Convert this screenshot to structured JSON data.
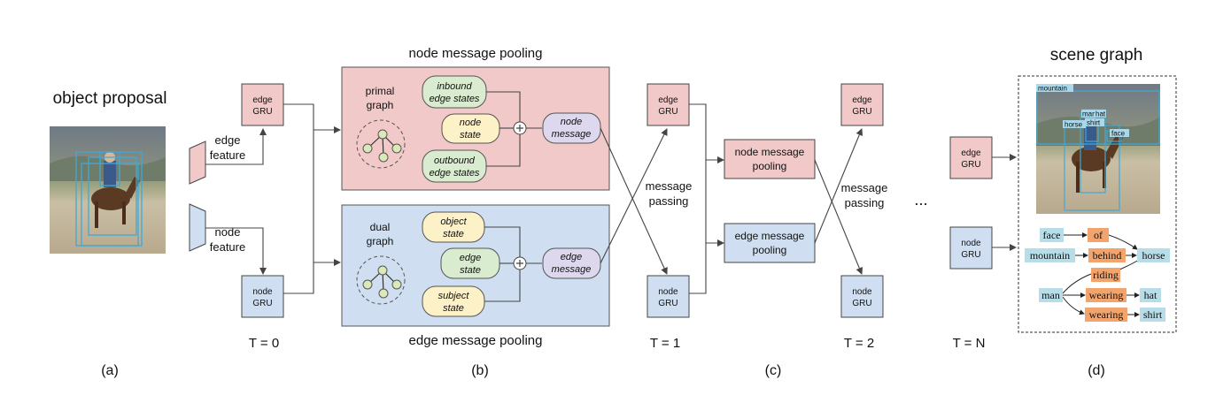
{
  "panels": {
    "a": {
      "title": "object proposal",
      "edge_feature": [
        "edge",
        "feature"
      ],
      "node_feature": [
        "node",
        "feature"
      ],
      "label": "(a)"
    },
    "t0": {
      "edge_gru": [
        "edge",
        "GRU"
      ],
      "node_gru": [
        "node",
        "GRU"
      ],
      "time": "T = 0"
    },
    "b": {
      "top_title": "node message pooling",
      "bottom_title": "edge message pooling",
      "primal": [
        "primal",
        "graph"
      ],
      "dual": [
        "dual",
        "graph"
      ],
      "inbound": [
        "inbound",
        "edge states"
      ],
      "node_state": [
        "node",
        "state"
      ],
      "outbound": [
        "outbound",
        "edge states"
      ],
      "node_message": [
        "node",
        "message"
      ],
      "object_state": [
        "object",
        "state"
      ],
      "edge_state": [
        "edge",
        "state"
      ],
      "subject_state": [
        "subject",
        "state"
      ],
      "edge_message": [
        "edge",
        "message"
      ],
      "label": "(b)"
    },
    "c": {
      "edge_gru": [
        "edge",
        "GRU"
      ],
      "node_gru": [
        "node",
        "GRU"
      ],
      "message_passing": [
        "message",
        "passing"
      ],
      "node_pool": [
        "node message",
        "pooling"
      ],
      "edge_pool": [
        "edge message",
        "pooling"
      ],
      "t1": "T = 1",
      "t2": "T = 2",
      "tn": "T = N",
      "ellipsis": "...",
      "label": "(c)"
    },
    "d": {
      "title": "scene graph",
      "photo_labels": [
        "mountain",
        "horse",
        "man",
        "hat",
        "shirt",
        "face"
      ],
      "graph_nodes": {
        "face": "face",
        "of": "of",
        "mountain": "mountain",
        "behind": "behind",
        "horse": "horse",
        "riding": "riding",
        "man": "man",
        "wearing1": "wearing",
        "hat": "hat",
        "wearing2": "wearing",
        "shirt": "shirt"
      },
      "label": "(d)"
    }
  },
  "colors": {
    "edge_fill": "#f2c9c9",
    "node_fill": "#cfdff1",
    "green_pill": "#d9ecd0",
    "yellow_pill": "#fdf1c7",
    "purple_pill": "#ddd8ee",
    "sg_object": "#b7dde9",
    "sg_predicate": "#f3a46c"
  }
}
